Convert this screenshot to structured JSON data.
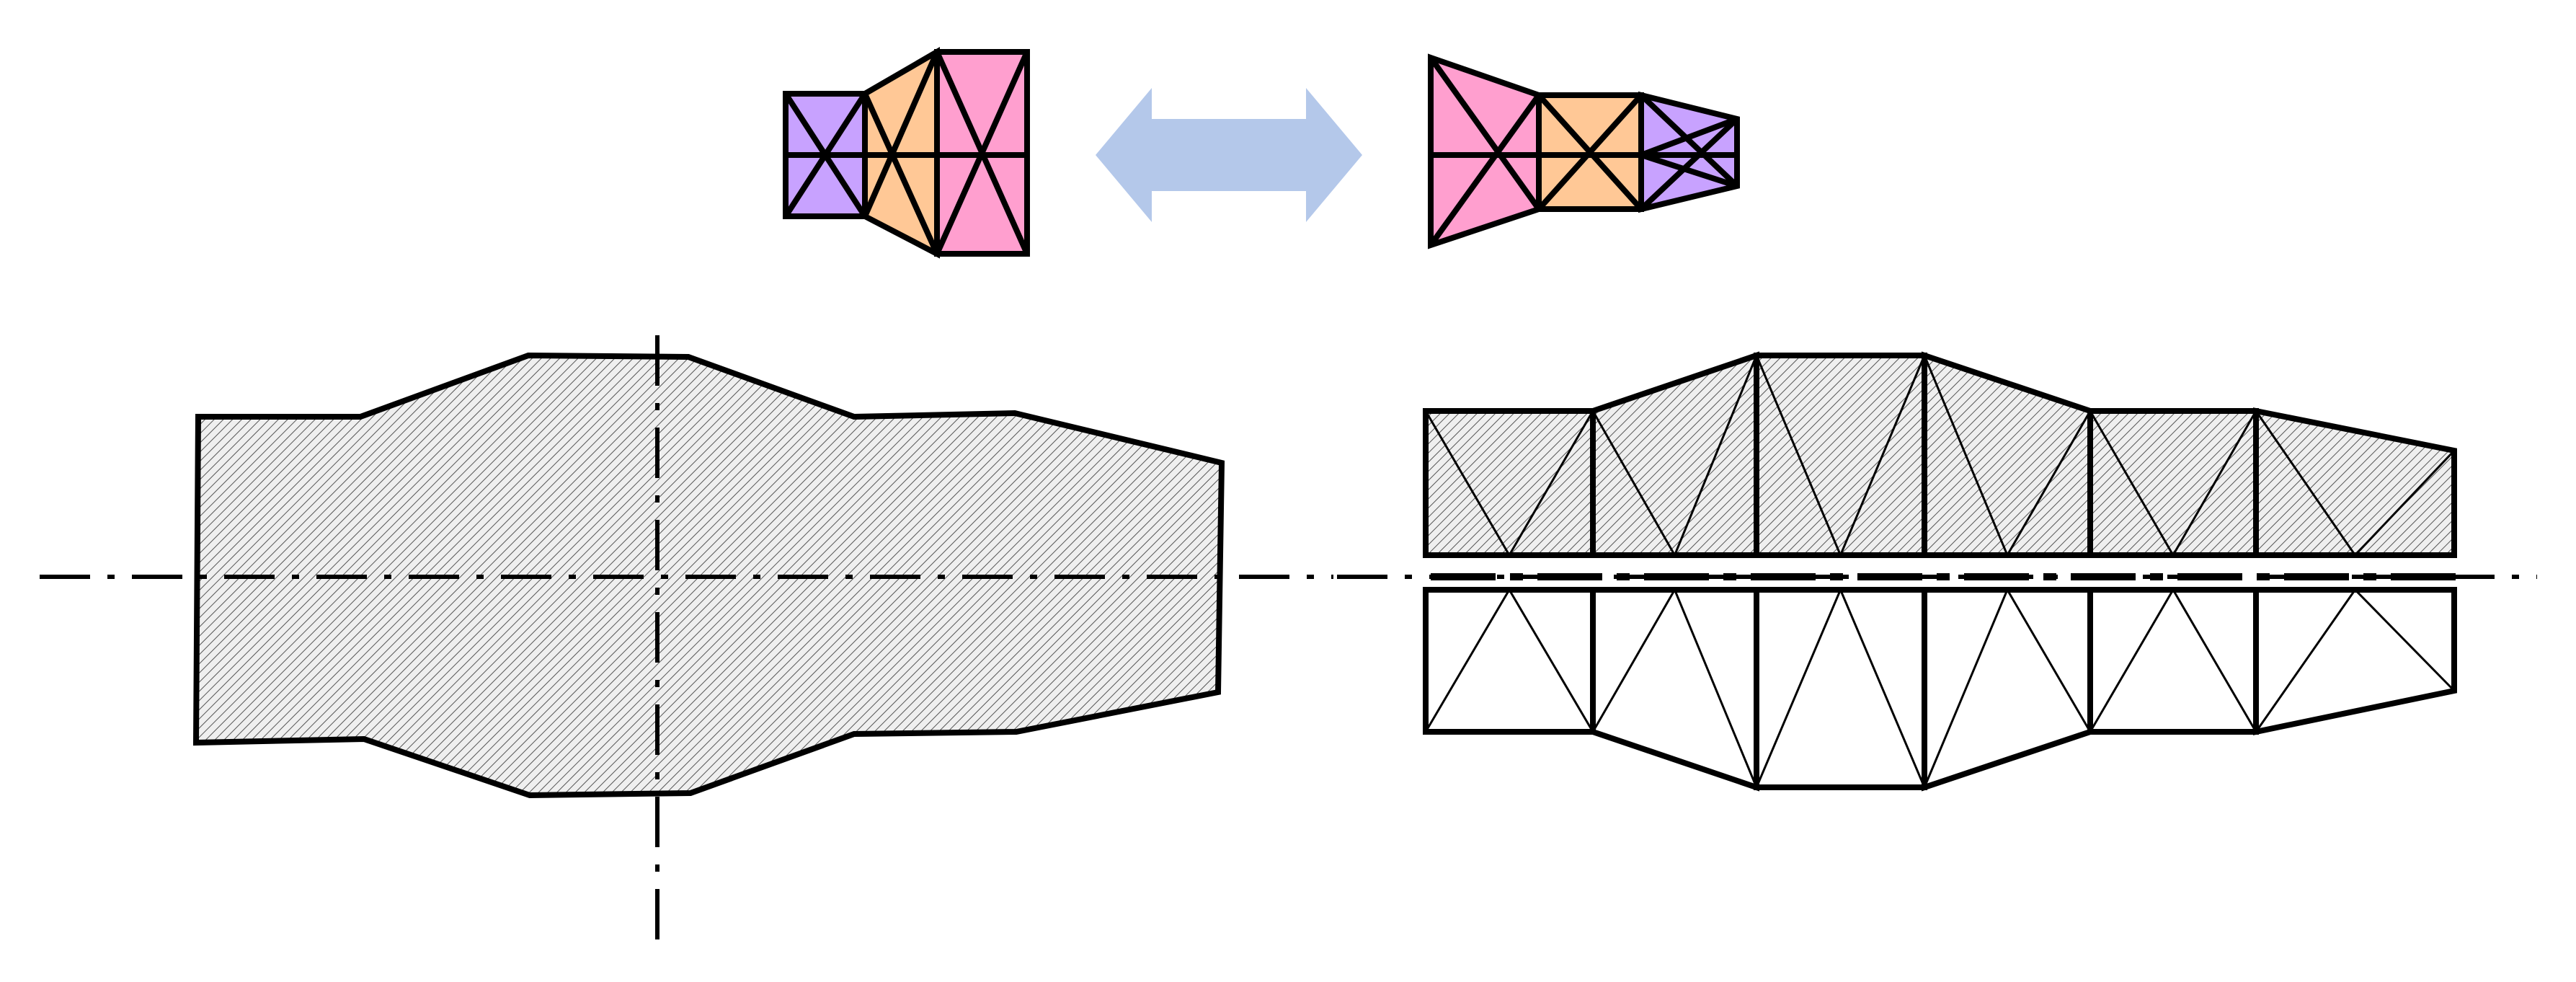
{
  "diagram": {
    "description_free": true,
    "colors": {
      "background": "#ffffff",
      "stroke": "#000000",
      "violet": "#c8a2ff",
      "orange": "#ffc896",
      "pink": "#ff9fcf",
      "arrow": "#b4c8ea",
      "hatch_fill": "#efefef",
      "hatch_line": "#555555"
    },
    "icons": {
      "mirror_arrow": "double-headed-arrow-icon"
    },
    "parts": {
      "left_small": [
        "violet",
        "orange",
        "pink"
      ],
      "right_small": [
        "pink",
        "orange",
        "violet"
      ],
      "right_large_segments": 6
    }
  }
}
